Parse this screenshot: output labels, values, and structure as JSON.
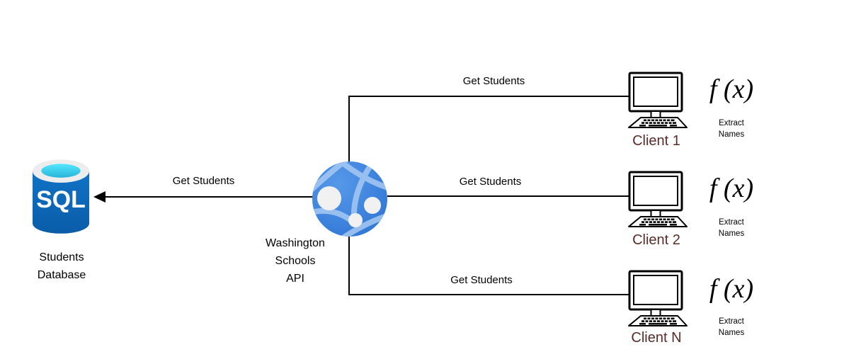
{
  "database": {
    "icon": "azure-sql-database-icon",
    "badge_text": "SQL",
    "label_line1": "Students",
    "label_line2": "Database"
  },
  "api": {
    "icon": "api-globe-icon",
    "label_line1": "Washington",
    "label_line2": "Schools",
    "label_line3": "API"
  },
  "clients": [
    {
      "label": "Client 1",
      "fx_symbol": "f (x)",
      "note_line1": "Extract",
      "note_line2": "Names"
    },
    {
      "label": "Client 2",
      "fx_symbol": "f (x)",
      "note_line1": "Extract",
      "note_line2": "Names"
    },
    {
      "label": "Client N",
      "fx_symbol": "f (x)",
      "note_line1": "Extract",
      "note_line2": "Names"
    }
  ],
  "connections": [
    {
      "from": "api",
      "to": "database",
      "label": "Get Students",
      "arrow": "into-database"
    },
    {
      "from": "client-1",
      "to": "api",
      "label": "Get Students",
      "arrow": "none"
    },
    {
      "from": "client-2",
      "to": "api",
      "label": "Get Students",
      "arrow": "none"
    },
    {
      "from": "client-n",
      "to": "api",
      "label": "Get Students",
      "arrow": "none"
    }
  ],
  "colors": {
    "background": "#FFFFFF",
    "connector": "#000000",
    "client_label": "#5B2B29",
    "sql_body": "#0D6AB7",
    "sql_top_ring": "#EDEDED",
    "sql_top_fill": "#45D9F5",
    "globe_fill": "#3B82DC",
    "globe_bands": "#A6C9F2",
    "globe_nodes": "#F1F1F1"
  }
}
